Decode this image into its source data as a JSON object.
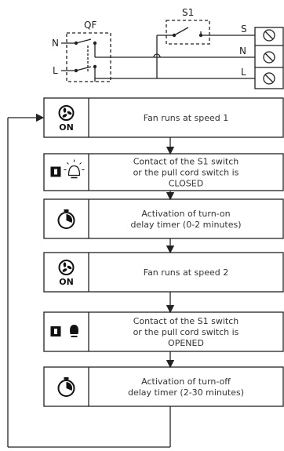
{
  "wiring": {
    "breaker_label": "QF",
    "switch_label": "S1",
    "left_terminals": [
      "N",
      "L"
    ],
    "right_terminals": [
      "S",
      "N",
      "L"
    ]
  },
  "steps": [
    {
      "icon": "fan-on-icon",
      "icon_text": "ON",
      "lines": [
        "Fan runs at speed 1"
      ]
    },
    {
      "icon": "switch-closed-icon",
      "lines": [
        "Contact of the S1 switch",
        "or the pull cord switch is",
        "CLOSED"
      ]
    },
    {
      "icon": "timer-icon",
      "lines": [
        "Activation of turn-on",
        "delay timer (0-2 minutes)"
      ]
    },
    {
      "icon": "fan-on-icon",
      "icon_text": "ON",
      "lines": [
        "Fan runs at speed 2"
      ]
    },
    {
      "icon": "switch-opened-icon",
      "lines": [
        "Contact of the S1 switch",
        "or the pull cord switch is",
        "OPENED"
      ]
    },
    {
      "icon": "timer-icon",
      "lines": [
        "Activation of turn-off",
        "delay timer (2-30 minutes)"
      ]
    }
  ]
}
